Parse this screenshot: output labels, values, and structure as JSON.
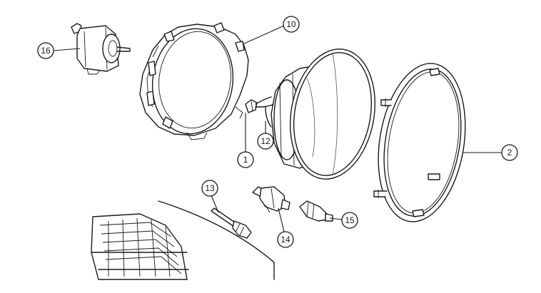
{
  "callouts": [
    {
      "id": "c16",
      "label": "16",
      "part": "headlamp-adjuster"
    },
    {
      "id": "c10",
      "label": "10",
      "part": "mounting-bucket"
    },
    {
      "id": "c12",
      "label": "12",
      "part": "wiring-harness"
    },
    {
      "id": "c1",
      "label": "1",
      "part": "connector"
    },
    {
      "id": "c2",
      "label": "2",
      "part": "retaining-ring"
    },
    {
      "id": "c13",
      "label": "13",
      "part": "bulb-long"
    },
    {
      "id": "c14",
      "label": "14",
      "part": "bulb-socket"
    },
    {
      "id": "c15",
      "label": "15",
      "part": "bulb-small"
    }
  ]
}
